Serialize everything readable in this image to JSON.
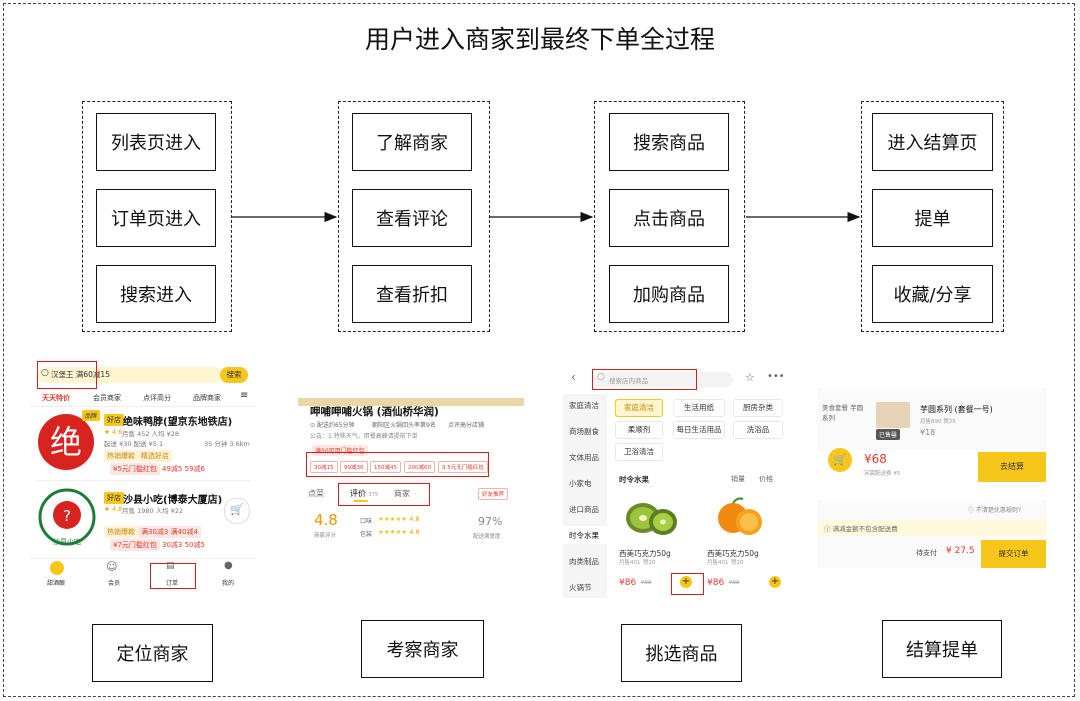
{
  "title": "用户进入商家到最终下单全过程",
  "groups": [
    {
      "steps": [
        "列表页进入",
        "订单页进入",
        "搜索进入"
      ]
    },
    {
      "steps": [
        "了解商家",
        "查看评论",
        "查看折扣"
      ]
    },
    {
      "steps": [
        "搜索商品",
        "点击商品",
        "加购商品"
      ]
    },
    {
      "steps": [
        "进入结算页",
        "提单",
        "收藏/分享"
      ]
    }
  ],
  "captions": [
    "定位商家",
    "考察商家",
    "挑选商品",
    "结算提单"
  ],
  "shot1": {
    "search_text": "汉堡王 满60减15",
    "search_btn": "搜索",
    "tabs": [
      "天天特价",
      "会员商家",
      "点评高分",
      "品牌商家"
    ],
    "shop1": {
      "badge": "品牌",
      "tag": "好店",
      "name": "绝味鸭脖(望京东地铁店)",
      "rating": "4.6",
      "info": "月售 452  人均 ¥28",
      "fee": "起送 ¥30  配送 ¥5.1",
      "time": "35 分钟  3.6km",
      "promos": [
        "热销爆款",
        "精选好店"
      ],
      "coupon": "¥5元门槛红包",
      "deals": "49减5  59减6"
    },
    "shop2": {
      "tag": "好店",
      "name": "沙县小吃(博泰大厦店)",
      "rating": "4.8",
      "info": "月售 1980  人均 ¥22",
      "promos": [
        "热销爆款",
        "满30减3 满40减4"
      ],
      "coupon": "¥7元门槛红包",
      "deals": "30减3  50减5"
    },
    "nav": [
      "甜酒酿",
      "会员",
      "订单",
      "我的"
    ]
  },
  "shot2": {
    "name": "呷哺呷哺火锅 (酒仙桥华润)",
    "row1": "配送约65分钟",
    "row1b": "朝阳区火锅回头率第9名",
    "row1c": "点评高分店铺",
    "notice": "公告：1.特殊天气，用餐高峰请提前下单",
    "coupon": "满50可用门槛红包",
    "deals": [
      "30减15",
      "99减30",
      "150减45",
      "200减60",
      "9.5元无门槛红包"
    ],
    "tabs": [
      "点菜",
      "评价",
      "商家"
    ],
    "review_count": "375",
    "score": "4.8",
    "score_label": "商家评分",
    "taste_label": "口味",
    "pack_label": "包装",
    "sub_score1": "4.8",
    "sub_score2": "4.8",
    "satisfaction": "97%",
    "satisfaction_label": "配送满意度",
    "good_btn": "好友推荐"
  },
  "shot3": {
    "search_placeholder": "搜索店内商品",
    "sidebar": [
      "家庭清洁",
      "商场副食",
      "文体用品",
      "小家电",
      "进口商品",
      "时令水果",
      "肉类制品",
      "火锅节"
    ],
    "cats": [
      "家庭清洁",
      "生活用纸",
      "厨房杂类",
      "柔顺剂",
      "每日生活用品",
      "洗浴品",
      "卫浴清洁"
    ],
    "section": "时令水果",
    "sort1": "销量",
    "sort2": "价格",
    "product_name": "西美巧克力50g",
    "product_sales1": "月售401",
    "product_sales2": "赞20",
    "price": "¥86",
    "orig": "¥98"
  },
  "shot4": {
    "shop_label": "美食套餐 芋圆系列",
    "item_name": "芋圆系列 (套餐一号)",
    "item_sales": "月售890  赞25",
    "sold_out": "已售罄",
    "item_price": "¥18",
    "total": "¥68",
    "fee": "另需配送费 ¥5",
    "checkout": "去结算",
    "notice_right": "不清楚优惠规则?",
    "warn": "满减金额不包含配送费",
    "pay_label": "待支付",
    "pay_amount": "¥ 27.5",
    "submit": "提交订单"
  },
  "colors": {
    "accent": "#f7c61b",
    "highlight": "#d61e1e",
    "price": "#e33b2e"
  }
}
